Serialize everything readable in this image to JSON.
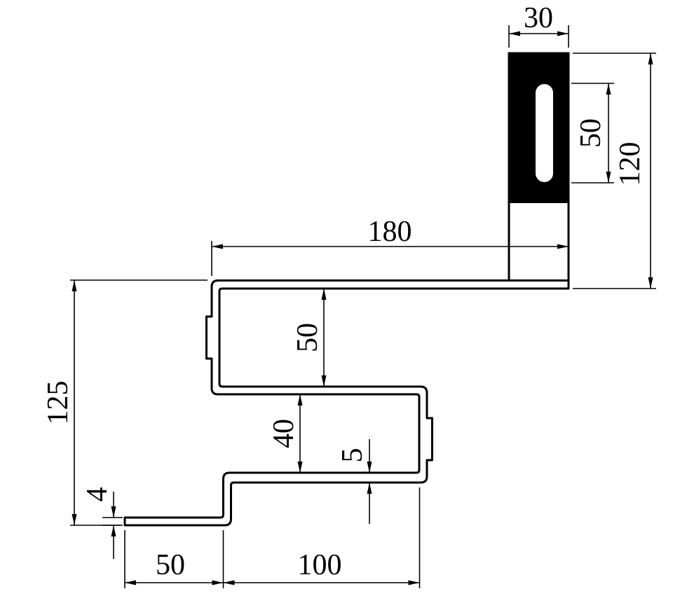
{
  "drawing": {
    "kind": "dimensioned-technical-drawing",
    "units_implied": "mm",
    "colors": {
      "line": "#000000",
      "solid_fill": "#000000",
      "background": "#ffffff"
    }
  },
  "dims": {
    "flange_width": "30",
    "slot_length": "50",
    "flange_height": "120",
    "top_run": "180",
    "upper_offset": "50",
    "lower_offset": "40",
    "lower_web_thickness": "5",
    "overall_height": "125",
    "tab_thickness": "4",
    "tab_length": "50",
    "lower_run": "100"
  }
}
